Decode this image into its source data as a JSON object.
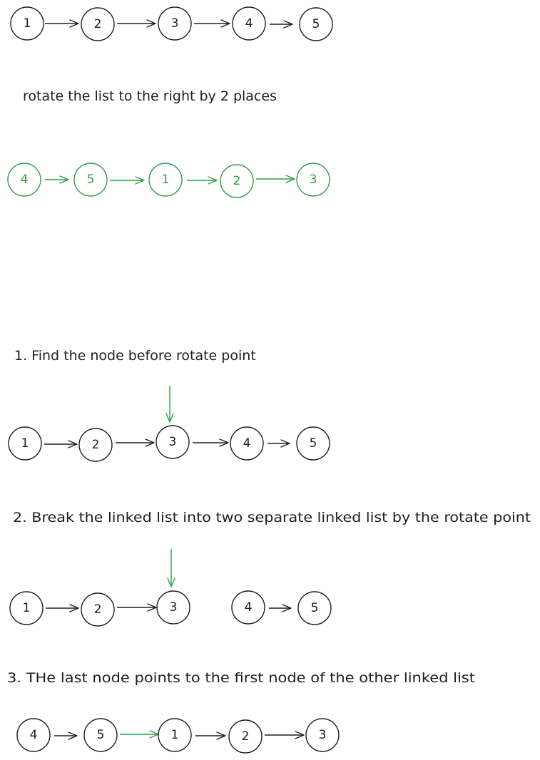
{
  "colors": {
    "ink": "#1e1e1e",
    "highlight": "#2f9e44",
    "background": "#ffffff"
  },
  "captions": {
    "intro": "rotate the list to the right by 2 places",
    "step1": "1. Find the node before rotate point",
    "step2": "2. Break the linked list into two separate linked list by the rotate point",
    "step3": "3. THe last node points to the first node of the other linked list"
  },
  "rows": {
    "original": {
      "nodes": [
        "1",
        "2",
        "3",
        "4",
        "5"
      ]
    },
    "rotated": {
      "nodes": [
        "4",
        "5",
        "1",
        "2",
        "3"
      ]
    },
    "step1": {
      "nodes": [
        "1",
        "2",
        "3",
        "4",
        "5"
      ],
      "pointer_at_node": 3
    },
    "step2": {
      "nodes": [
        "1",
        "2",
        "3",
        "4",
        "5"
      ],
      "pointer_at_node": 3,
      "split_after_node": 3
    },
    "step3": {
      "nodes": [
        "4",
        "5",
        "1",
        "2",
        "3"
      ],
      "highlighted_link": "5 → 1"
    }
  }
}
